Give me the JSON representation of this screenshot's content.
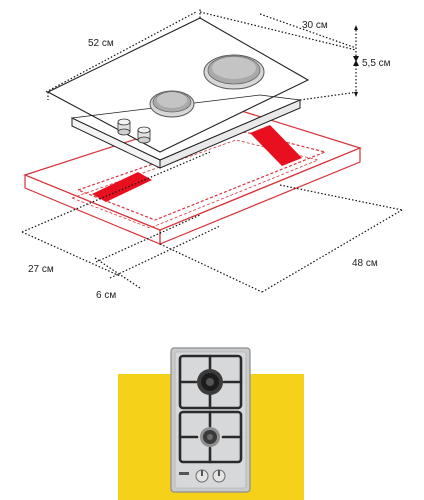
{
  "dimensions": {
    "top_width": "52 см",
    "top_depth": "30 см",
    "height": "5,5 см",
    "cutout_width": "27 см",
    "cutout_depth": "48 см",
    "edge_offset": "6 см"
  },
  "colors": {
    "cutout_outline": "#d6343a",
    "cutout_fill": "#e8101f",
    "highlight": "#f6d11a",
    "panel_steel": "#c9cbcd",
    "grate": "#2a2a2a"
  }
}
